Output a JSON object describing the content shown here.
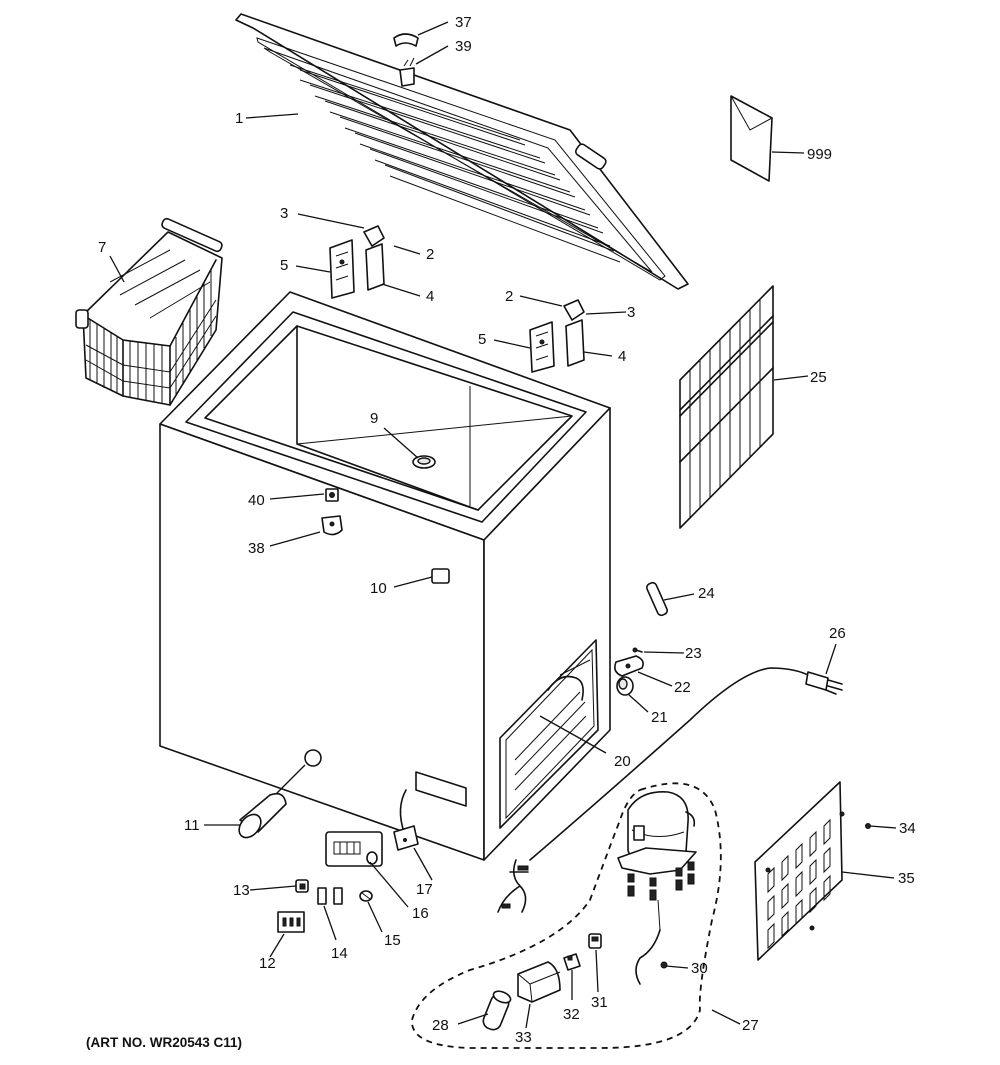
{
  "diagram": {
    "art_number": "(ART NO. WR20543 C11)",
    "callouts": [
      {
        "id": "lid",
        "label": "1"
      },
      {
        "id": "hinge-spacer-left",
        "label": "2"
      },
      {
        "id": "hinge-spacer-right",
        "label": "2"
      },
      {
        "id": "hinge-clip-left",
        "label": "3"
      },
      {
        "id": "hinge-clip-right",
        "label": "3"
      },
      {
        "id": "hinge-cover-left",
        "label": "4"
      },
      {
        "id": "hinge-cover-right",
        "label": "4"
      },
      {
        "id": "hinge-left",
        "label": "5"
      },
      {
        "id": "hinge-right",
        "label": "5"
      },
      {
        "id": "basket",
        "label": "7"
      },
      {
        "id": "drain-plug",
        "label": "9"
      },
      {
        "id": "nameplate",
        "label": "10"
      },
      {
        "id": "drain-cap",
        "label": "11"
      },
      {
        "id": "light-panel",
        "label": "12"
      },
      {
        "id": "switch",
        "label": "13"
      },
      {
        "id": "light-lens",
        "label": "14"
      },
      {
        "id": "knob",
        "label": "15"
      },
      {
        "id": "control-panel",
        "label": "16"
      },
      {
        "id": "thermostat",
        "label": "17"
      },
      {
        "id": "drier",
        "label": "20"
      },
      {
        "id": "grommet",
        "label": "21"
      },
      {
        "id": "cord-clamp",
        "label": "22"
      },
      {
        "id": "clamp-screw",
        "label": "23"
      },
      {
        "id": "capillary",
        "label": "24"
      },
      {
        "id": "condenser",
        "label": "25"
      },
      {
        "id": "power-cord",
        "label": "26"
      },
      {
        "id": "compressor-kit",
        "label": "27"
      },
      {
        "id": "start-capacitor",
        "label": "28"
      },
      {
        "id": "ground-wire",
        "label": "30"
      },
      {
        "id": "overload",
        "label": "31"
      },
      {
        "id": "relay",
        "label": "32"
      },
      {
        "id": "terminal-cover",
        "label": "33"
      },
      {
        "id": "cover-screw",
        "label": "34"
      },
      {
        "id": "access-cover",
        "label": "35"
      },
      {
        "id": "lid-handle",
        "label": "37"
      },
      {
        "id": "lock-bracket",
        "label": "38"
      },
      {
        "id": "lid-latch",
        "label": "39"
      },
      {
        "id": "lock",
        "label": "40"
      },
      {
        "id": "literature",
        "label": "999"
      }
    ]
  }
}
